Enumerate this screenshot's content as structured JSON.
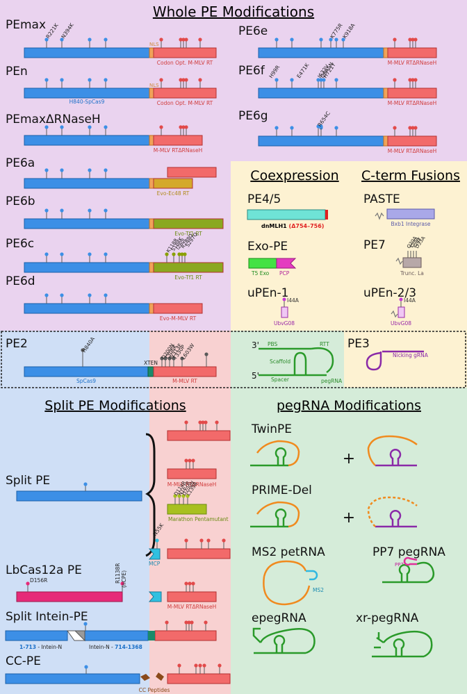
{
  "colors": {
    "top_bg": "#ead3ef",
    "yellow_bg": "#fdf2d2",
    "green_bg": "#d5ecd9",
    "blue_bg": "#cfdff6",
    "red_bg": "#f8d1d1",
    "cas9": "#3c8fe6",
    "rt": "#f26a6a",
    "nls": "#f0a35a",
    "stem": "#5a5a5a",
    "dot": "#3c8fe6",
    "dot_red": "#e24a4a",
    "rna_green": "#2a9a2a",
    "rna_orange": "#f08a1e",
    "rna_purple": "#8a2aa8",
    "mut_olive": "#8aa000"
  },
  "sections": {
    "whole": "Whole PE Modifications",
    "coexpression": "Coexpression",
    "cterm": "C-term Fusions",
    "split": "Split PE Modifications",
    "pegrna": "pegRNA Modifications"
  },
  "whole": {
    "pemax": {
      "name": "PEmax",
      "muts": [
        "R221K",
        "N394K"
      ],
      "nls": "NLS",
      "rt": "Codon Opt. M-MLV RT"
    },
    "pen": {
      "name": "PEn",
      "cas9": "H840-SpCas9",
      "nls": "NLS",
      "rt": "Codon Opt. M-MLV RT"
    },
    "pemaxdr": {
      "name": "PEmaxΔRNaseH",
      "rt": "M-MLV RTΔRNaseH"
    },
    "pe6a": {
      "name": "PE6a",
      "rt": "Evo-Ec48 RT"
    },
    "pe6b": {
      "name": "PE6b",
      "rt": "Evo-Tf1 RT"
    },
    "pe6c": {
      "name": "PE6c",
      "rt": "Evo-Tf1 RT",
      "muts": [
        "K118R",
        "S188K",
        "I260L",
        "R288Q",
        "S297Q"
      ]
    },
    "pe6d": {
      "name": "PE6d",
      "rt": "Evo-M-MLV RT"
    },
    "pe6e": {
      "name": "PE6e",
      "rt": "M-MLV RTΔRNaseH",
      "muts": [
        "K775R",
        "K918A"
      ]
    },
    "pe6f": {
      "name": "PE6f",
      "rt": "M-MLV RTΔRNaseH",
      "muts": [
        "H99R",
        "E471K",
        "I632V",
        "Q645N",
        "H721Y"
      ]
    },
    "pe6g": {
      "name": "PE6g",
      "rt": "M-MLV RTΔRNaseH",
      "muts": [
        "R654C"
      ]
    }
  },
  "coexp": {
    "pe45": {
      "name": "PE4/5",
      "label": "dnMLH1",
      "label_red": "(Δ754–756)"
    },
    "exope": {
      "name": "Exo-PE",
      "exo": "T5 Exo",
      "pcp": "PCP"
    },
    "upen1": {
      "name": "uPEn-1",
      "mut": "I44A",
      "label": "UbvG08"
    }
  },
  "cterm": {
    "paste": {
      "name": "PASTE",
      "label": "Bxb1 Integrase"
    },
    "pe7": {
      "name": "PE7",
      "label": "Trunc. La",
      "muts": [
        "Q20A",
        "Y23A",
        "Y24F",
        "D33A"
      ]
    },
    "upen23": {
      "name": "uPEn-2/3",
      "mut": "I44A",
      "label": "UbvG08"
    }
  },
  "pe2": {
    "name": "PE2",
    "cas9": "SpCas9",
    "xten": "XTEN",
    "rt": "M-MLV RT",
    "muts_cas9": [
      "H840A"
    ],
    "muts_rt": [
      "D200N",
      "T306K",
      "W313F",
      "T330P",
      "L603W"
    ],
    "peg_3": "3'",
    "peg_5": "5'",
    "pbs": "PBS",
    "rtt": "RTT",
    "scaffold": "Scaffold",
    "spacer": "Spacer",
    "pegrna": "pegRNA",
    "pe3": "PE3",
    "nick": "Nicking gRNA"
  },
  "split": {
    "splitpe": {
      "name": "Split PE",
      "rt2": "M-MLV RTΔRNaseH",
      "marathon": "Marathon Pentamutant",
      "marathon_muts": [
        "D114R",
        "N167R",
        "D200N",
        "L139R"
      ],
      "mcp": "MCP",
      "n55k": "N55K"
    },
    "lbcas": {
      "name": "LbCas12a PE",
      "d156r": "D156R",
      "r1138r": "R1138R",
      "ncpe": "(nCPE)",
      "rt": "M-MLV RTΔRNaseH"
    },
    "intein": {
      "name": "Split Intein-PE",
      "left_range": "1-713",
      "left_label": " - Intein-N",
      "right_label": "Intein-N - ",
      "right_range": "714-1368"
    },
    "ccpe": {
      "name": "CC-PE",
      "label": "CC Peptides"
    }
  },
  "peg": {
    "twinpe": "TwinPE",
    "primedel": "PRIME-Del",
    "ms2": "MS2 petRNA",
    "ms2_label": "MS2",
    "pp7": "PP7 pegRNA",
    "pp7_label": "PP7",
    "epeg": "epegRNA",
    "xr": "xr-pegRNA",
    "plus": "+"
  }
}
